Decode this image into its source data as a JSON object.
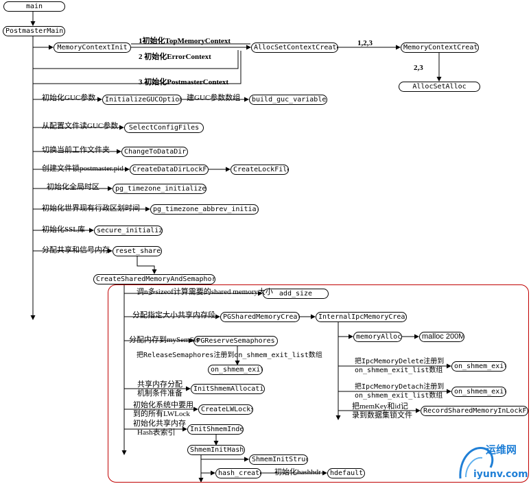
{
  "nodes": {
    "main": "main",
    "postmaster_main": "PostmasterMain",
    "memory_context_init": "MemoryContextInit",
    "alloc_set_context_create": "AllocSetContextCreate",
    "memory_context_create": "MemoryContextCreate",
    "alloc_set_alloc": "AllocSetAlloc",
    "initialize_guc_options": "InitializeGUCOptions",
    "build_guc_variables": "build_guc_variables",
    "select_config_files": "SelectConfigFiles",
    "change_to_data_dir": "ChangeToDataDir",
    "create_data_dir_lock_file": "CreateDataDirLockFile",
    "create_lock_file": "CreateLockFile",
    "pg_timezone_initialize": "pg_timezone_initialize",
    "pg_timezone_abbrev_initialize": "pg_timezone_abbrev_initialize",
    "secure_initialize": "secure_initialize",
    "reset_shared": "reset_shared",
    "create_shared_memory_and_semaphores": "CreateSharedMemoryAndSemaphores",
    "add_size": "add_size",
    "pg_shared_memory_create": "PGSharedMemoryCreate",
    "internal_ipc_memory_create": "InternalIpcMemoryCreate",
    "memory_alloc": "memoryAlloc",
    "malloc_200m": "malloc 200M",
    "pg_reserve_semaphores": "PGReserveSemaphores",
    "on_shmem_exit_1": "on_shmem_exit",
    "on_shmem_exit_2": "on_shmem_exit",
    "on_shmem_exit_3": "on_shmem_exit",
    "init_shmem_allocation": "InitShmemAllocation",
    "create_lwlocks": "CreateLWLocks",
    "init_shmem_index": "InitShmemIndex",
    "shmem_init_hash": "ShmemInitHash",
    "shmem_init_struct": "ShmemInitStruct",
    "hash_create": "hash_create",
    "hdefault": "hdefault",
    "record_shared_memory_in_lock_file": "RecordSharedMemoryInLockFile"
  },
  "labels": {
    "init_top_memory_context": "1初始化TopMemoryContext",
    "init_error_context": "2 初始化ErrorContext",
    "init_postmaster_context": "3 初始化PostmasterContext",
    "steps_123": "1,2,3",
    "steps_23": "2,3",
    "init_guc_params": "初始化GUC参数",
    "build_guc_array": "建GUC参数数组",
    "read_guc_from_config": "从配置文件读GUC参数",
    "switch_work_dir": "切换当前工作文件夹",
    "create_postmaster_pid": "创建文件锁postmaster.pid",
    "init_global_timezone": "初始化全局时区",
    "init_timezone_abbrev": "初始化世界现有行政区划时间",
    "init_ssl": "初始化SSL库",
    "alloc_shared_mem_sem": "分配共享和信号内存",
    "calc_shared_memory_size": "调n多sizeof计算需要的shared memory大小",
    "alloc_shared_segment": "分配指定大小共享内存段",
    "alloc_to_mysemset": "分配内存到mySemSet",
    "register_release_semaphores": "把ReleaseSemaphores注册到on_shmem_exit_list数组",
    "register_ipc_memory_delete_1": "把IpcMemoryDelete注册到",
    "register_ipc_memory_delete_2": "on_shmem_exit_list数组",
    "register_ipc_memory_detach_1": "把IpcMemoryDetach注册到",
    "register_ipc_memory_detach_2": "on_shmem_exit_list数组",
    "record_memkey_1": "把memKey和id记",
    "record_memkey_2": "录到数据集锁文件",
    "shared_mem_alloc_prep_1": "共享内存分配",
    "shared_mem_alloc_prep_2": "机制条件准备",
    "init_lwlock_1": "初始化系统中要用",
    "init_lwlock_2": "到的所有LWLock",
    "init_shared_hash_1": "初始化共享内存",
    "init_shared_hash_2": "Hash表索引",
    "init_hashhdr": "初始化hashhdr"
  },
  "watermark": {
    "name": "运维网",
    "url": "iyunv.com"
  },
  "colors": {
    "line": "#000000",
    "group_border": "#c00000",
    "watermark": "#1f7fd6"
  }
}
